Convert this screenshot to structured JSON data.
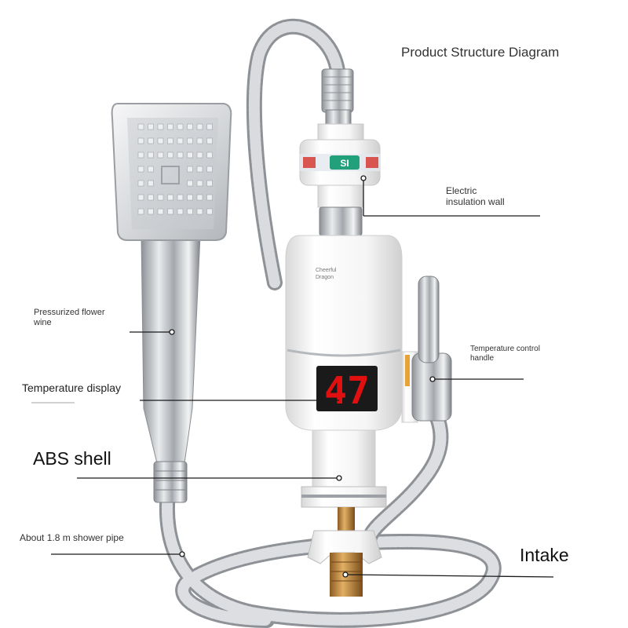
{
  "title": "Product Structure Diagram",
  "brand": {
    "line1": "Cheerful",
    "line2": "Dragon"
  },
  "display_reading": "47",
  "filter_band_text": "SI",
  "labels": {
    "electric_insulation_wall": {
      "line1": "Electric",
      "line2": "insulation wall"
    },
    "pressurized_flower_wine": {
      "line1": "Pressurized flower",
      "line2": "wine"
    },
    "temperature_control_handle": {
      "line1": "Temperature control",
      "line2": "handle"
    },
    "temperature_display": "Temperature display",
    "abs_shell": "ABS shell",
    "shower_pipe": "About 1.8 m shower pipe",
    "intake": "Intake"
  },
  "colors": {
    "body_white": "#f4f4f4",
    "chrome": "#b9bcc0",
    "display_bg": "#1a1a1a",
    "display_digits": "#e01010",
    "leader_line": "#1a1a1a"
  }
}
